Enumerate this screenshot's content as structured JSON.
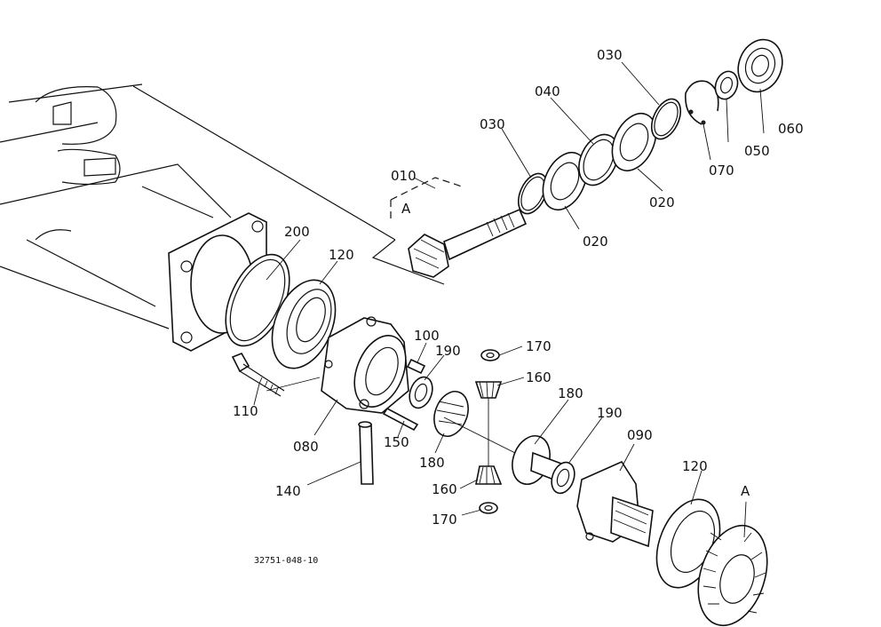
{
  "diagram": {
    "caption": "32751-048-10",
    "reference_mark": "A",
    "labels": {
      "l010": "010",
      "l030a": "030",
      "l030b": "030",
      "l040": "040",
      "l020a": "020",
      "l020b": "020",
      "l050": "050",
      "l060": "060",
      "l070": "070",
      "l200": "200",
      "l120a": "120",
      "l120b": "120",
      "l100": "100",
      "l190a": "190",
      "l190b": "190",
      "l170a": "170",
      "l170b": "170",
      "l160a": "160",
      "l160b": "160",
      "l180a": "180",
      "l180b": "180",
      "l110": "110",
      "l080": "080",
      "l150": "150",
      "l140": "140",
      "l090": "090",
      "lA1": "A",
      "lA2": "A"
    }
  }
}
